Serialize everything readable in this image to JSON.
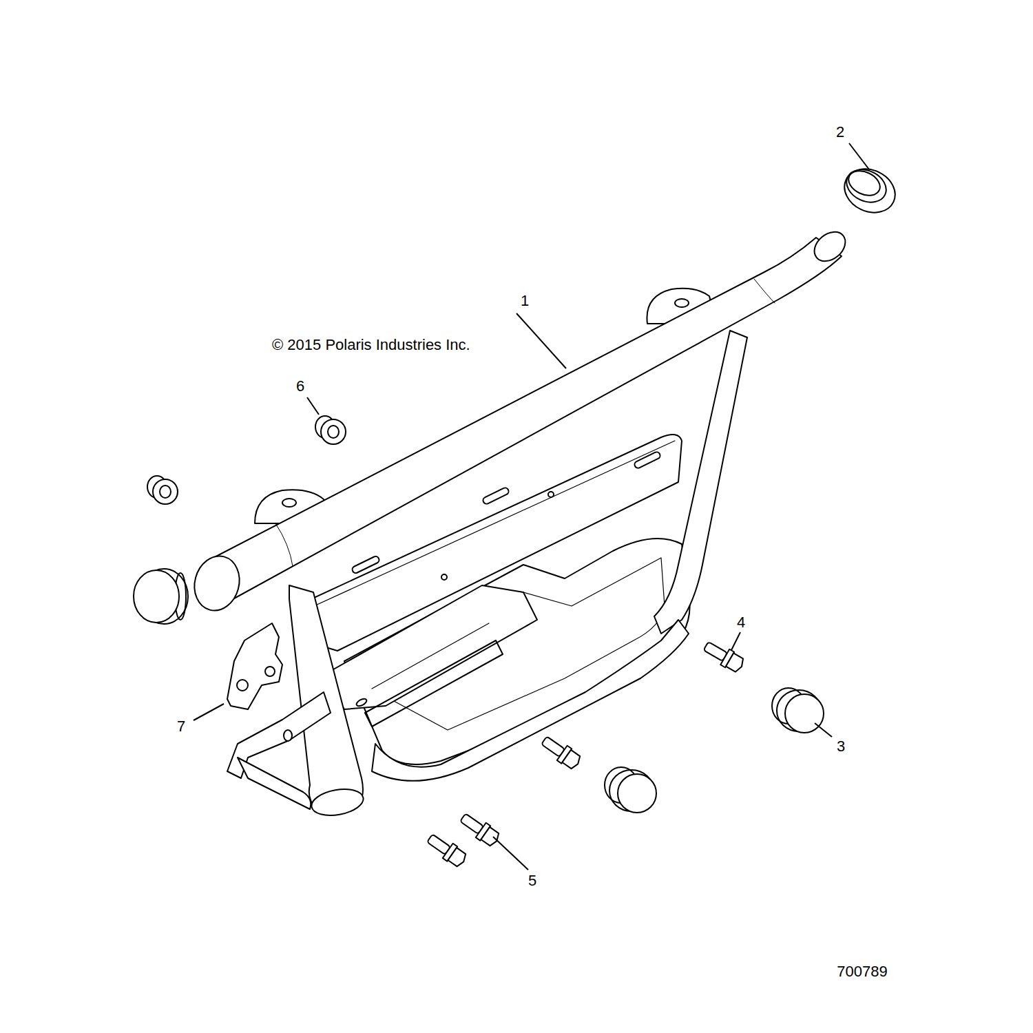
{
  "diagram": {
    "labels": [
      "2",
      "1",
      "© 2015 Polaris Industries Inc.",
      "6",
      "4",
      "7",
      "3",
      "5",
      "700789"
    ]
  }
}
